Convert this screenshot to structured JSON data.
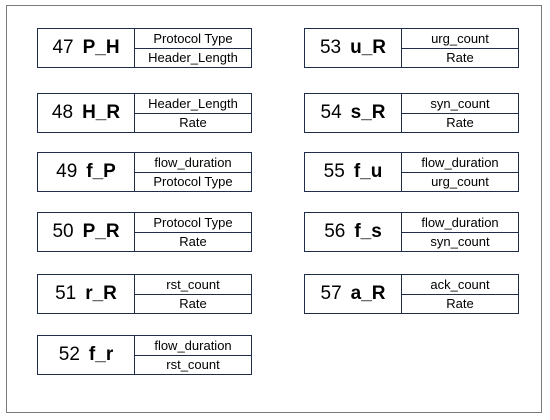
{
  "cards": [
    {
      "number": "47",
      "code": "P_H",
      "features": [
        "Protocol Type",
        "Header_Length"
      ]
    },
    {
      "number": "48",
      "code": "H_R",
      "features": [
        "Header_Length",
        "Rate"
      ]
    },
    {
      "number": "49",
      "code": "f_P",
      "features": [
        "flow_duration",
        "Protocol Type"
      ]
    },
    {
      "number": "50",
      "code": "P_R",
      "features": [
        "Protocol Type",
        "Rate"
      ]
    },
    {
      "number": "51",
      "code": "r_R",
      "features": [
        "rst_count",
        "Rate"
      ]
    },
    {
      "number": "52",
      "code": "f_r",
      "features": [
        "flow_duration",
        "rst_count"
      ]
    },
    {
      "number": "53",
      "code": "u_R",
      "features": [
        "urg_count",
        "Rate"
      ]
    },
    {
      "number": "54",
      "code": "s_R",
      "features": [
        "syn_count",
        "Rate"
      ]
    },
    {
      "number": "55",
      "code": "f_u",
      "features": [
        "flow_duration",
        "urg_count"
      ]
    },
    {
      "number": "56",
      "code": "f_s",
      "features": [
        "flow_duration",
        "syn_count"
      ]
    },
    {
      "number": "57",
      "code": "a_R",
      "features": [
        "ack_count",
        "Rate"
      ]
    }
  ]
}
